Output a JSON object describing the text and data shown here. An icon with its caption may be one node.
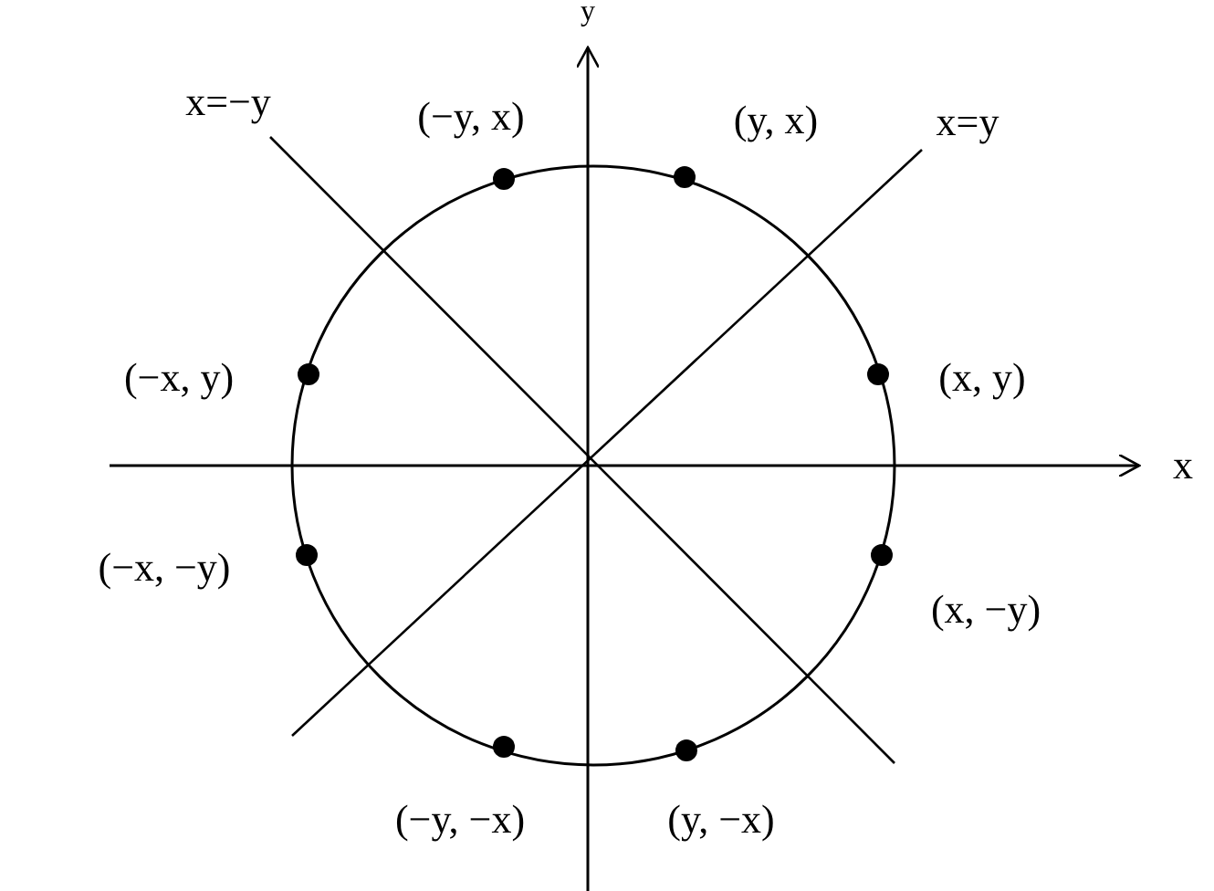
{
  "diagram": {
    "nodes": [
      {
        "text": [],
        "shape": "circle",
        "beside": [
          "(−y, x)"
        ]
      },
      {
        "text": [],
        "shape": "circle",
        "beside": [
          "(y, x)"
        ]
      },
      {
        "text": [],
        "shape": "circle",
        "beside": [
          "(−x, y)"
        ]
      },
      {
        "text": [],
        "shape": "circle",
        "beside": [
          "(x, y)"
        ]
      },
      {
        "text": [],
        "shape": "circle",
        "beside": [
          "(−x, −y)"
        ]
      },
      {
        "text": [],
        "shape": "circle",
        "beside": [
          "(x, −y)"
        ]
      },
      {
        "text": [],
        "shape": "circle",
        "beside": [
          "(−y, −x)"
        ]
      },
      {
        "text": [],
        "shape": "circle",
        "beside": [
          "(y, −x)"
        ]
      }
    ],
    "labels": [
      "y",
      "x=−y",
      "x=y",
      "x"
    ]
  }
}
